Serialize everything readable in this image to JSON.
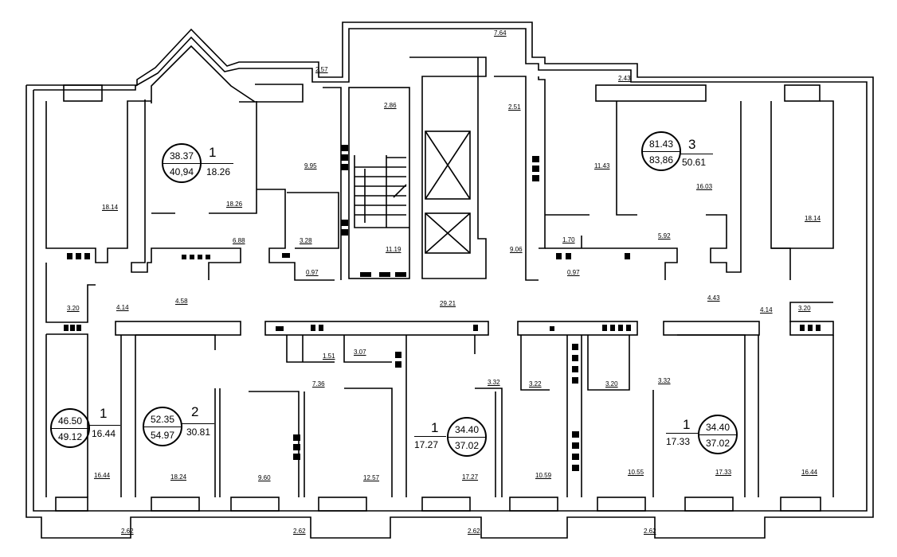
{
  "labels": {
    "a_2_57": "2.57",
    "a_7_64": "7.64",
    "a_2_43": "2.43",
    "a_2_86": "2.86",
    "a_2_51": "2.51",
    "a_9_95": "9.95",
    "a_11_43": "11.43",
    "a_16_03": "16.03",
    "a_18_14_l": "18.14",
    "a_18_14_r": "18.14",
    "a_18_26": "18.26",
    "a_6_88": "6.88",
    "a_3_28": "3.28",
    "a_11_19": "11.19",
    "a_9_06": "9.06",
    "a_1_70": "1.70",
    "a_5_92": "5.92",
    "a_0_97_l": "0.97",
    "a_0_97_r": "0.97",
    "a_3_20_l": "3.20",
    "a_4_14_l": "4.14",
    "a_4_58": "4.58",
    "a_29_21": "29.21",
    "a_4_43": "4.43",
    "a_4_14_r": "4.14",
    "a_3_20_r": "3.20",
    "a_1_51": "1.51",
    "a_3_07": "3.07",
    "a_7_36": "7.36",
    "a_3_32_l": "3.32",
    "a_3_22": "3.22",
    "a_3_20_m": "3.20",
    "a_3_32_r": "3.32",
    "a_16_44_l": "16.44",
    "a_18_24": "18.24",
    "a_9_60": "9.60",
    "a_12_57": "12.57",
    "a_17_27": "17.27",
    "a_10_59": "10.59",
    "a_10_55": "10.55",
    "a_17_33": "17.33",
    "a_16_44_r": "16.44",
    "a_2_62_1": "2.62",
    "a_2_62_2": "2.62",
    "a_2_62_3": "2.62",
    "a_2_62_4": "2.62"
  },
  "apartments": [
    {
      "id": "apt-a",
      "rooms": "1",
      "area_top": "38.37",
      "area_bottom": "40,94",
      "living": "18.26"
    },
    {
      "id": "apt-b",
      "rooms": "3",
      "area_top": "81.43",
      "area_bottom": "83,86",
      "living": "50.61"
    },
    {
      "id": "apt-c",
      "rooms": "1",
      "area_top": "46.50",
      "area_bottom": "49.12",
      "living": "16.44"
    },
    {
      "id": "apt-d",
      "rooms": "2",
      "area_top": "52.35",
      "area_bottom": "54.97",
      "living": "30.81"
    },
    {
      "id": "apt-e",
      "rooms": "1",
      "area_top": "34.40",
      "area_bottom": "37.02",
      "living": "17.27"
    },
    {
      "id": "apt-f",
      "rooms": "1",
      "area_top": "34.40",
      "area_bottom": "37.02",
      "living": "17.33"
    }
  ]
}
